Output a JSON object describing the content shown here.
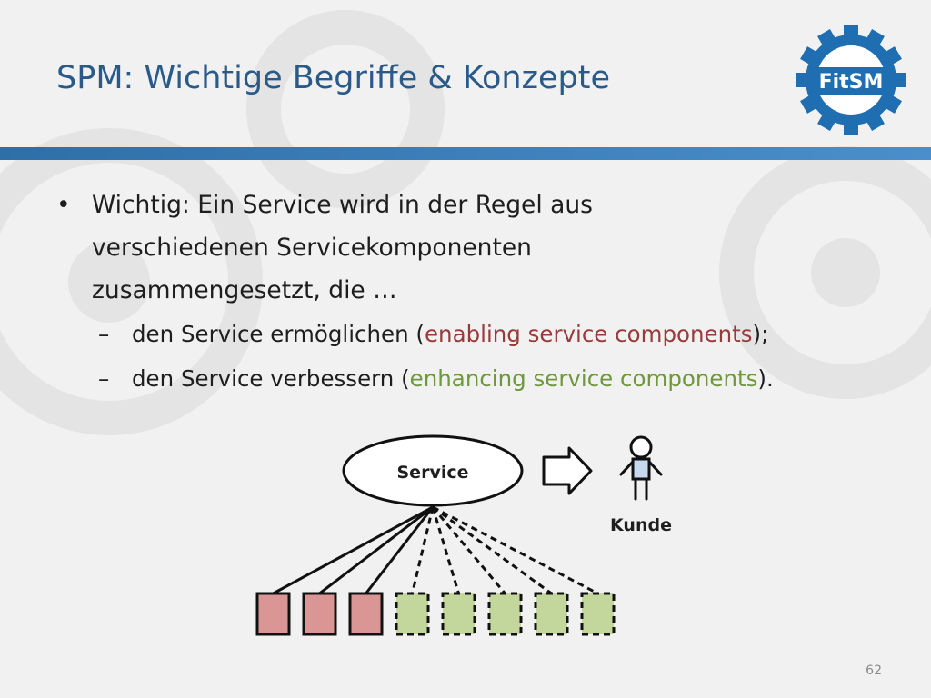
{
  "slide": {
    "title": "SPM: Wichtige Begriffe & Konzepte",
    "logo_text": "FitSM",
    "page_number": "62"
  },
  "bullet": {
    "marker": "•",
    "text": "Wichtig: Ein Service wird in der Regel aus verschiedenen Servicekomponenten zusammengesetzt, die …"
  },
  "sub_items": [
    {
      "marker": "–",
      "before": "den Service ermöglichen (",
      "highlight": "enabling service components",
      "after": ");"
    },
    {
      "marker": "–",
      "before": "den Service verbessern (",
      "highlight": "enhancing service components",
      "after": ")."
    }
  ],
  "diagram": {
    "service_label": "Service",
    "customer_label": "Kunde",
    "enabling_count": 3,
    "enhancing_count": 5
  },
  "colors": {
    "title": "#2a5a8a",
    "accent_bar": "#2f6fa8",
    "logo_blue": "#1f6eb1",
    "enabling_fill": "#d99694",
    "enhancing_fill": "#c3d69b",
    "enabling_text": "#9a3a3a",
    "enhancing_text": "#6f983e"
  }
}
